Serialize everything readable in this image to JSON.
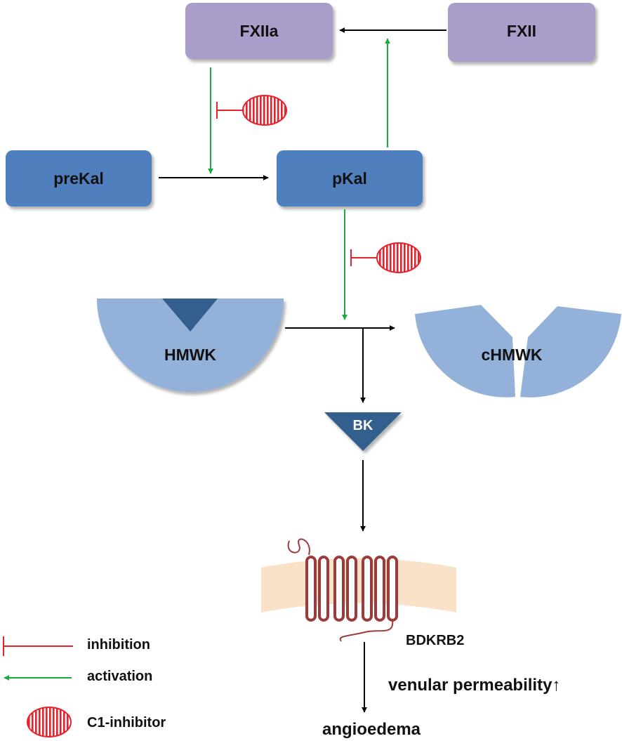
{
  "nodes": {
    "fxiia": "FXIIa",
    "fxii": "FXII",
    "prekal": "preKal",
    "pkal": "pKal",
    "hmwk": "HMWK",
    "chmwk": "cHMWK",
    "bk": "BK",
    "receptor": "BDKRB2"
  },
  "outcomes": {
    "permeability": "venular permeability↑",
    "disease": "angioedema"
  },
  "legend": {
    "inhibition": "inhibition",
    "activation": "activation",
    "c1_inhibitor": "C1-inhibitor"
  },
  "colors": {
    "coagulation_factor": "#ab9dc9",
    "kallikrein": "#4f80bd",
    "kininogen": "#93b1d9",
    "bradykinin": "#335e8e",
    "inhibition": "#e8212b",
    "activation": "#1aab3e",
    "receptor": "#9e3a3a",
    "membrane": "#fae2c8"
  }
}
